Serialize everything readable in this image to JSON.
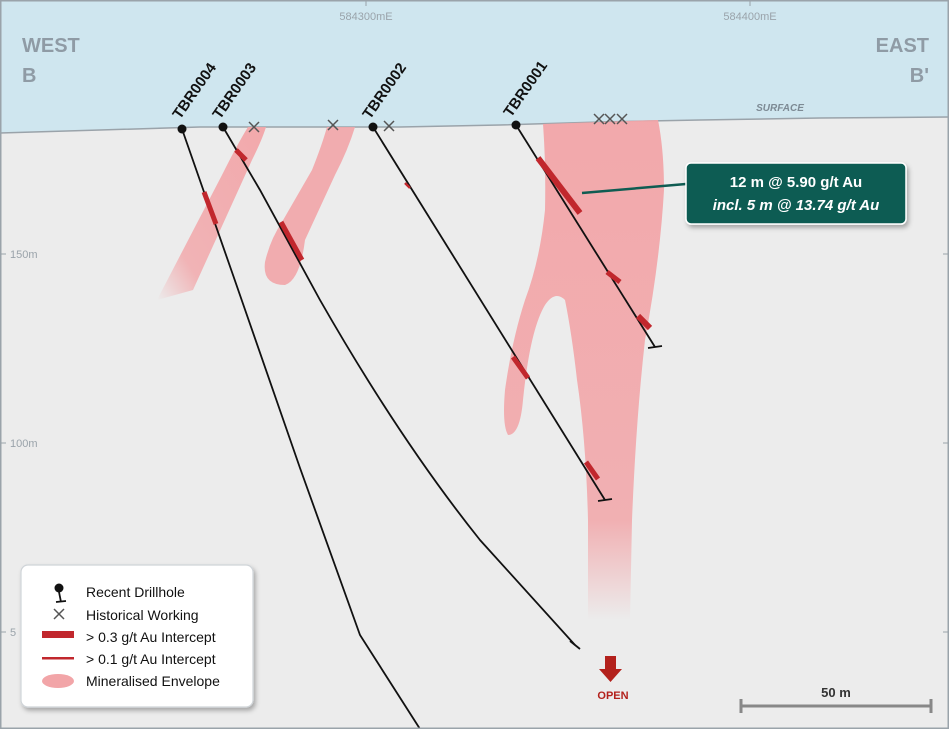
{
  "section": {
    "west_label": "WEST",
    "west_section": "B",
    "east_label": "EAST",
    "east_section": "B'",
    "surface_label": "SURFACE"
  },
  "grid": {
    "eastings": [
      "584300mE",
      "584400mE"
    ],
    "elevations": [
      "150m",
      "100m",
      "5"
    ]
  },
  "drillholes": [
    "TBR0004",
    "TBR0003",
    "TBR0002",
    "TBR0001"
  ],
  "callout": {
    "line1": "12 m @ 5.90 g/t Au",
    "line2": "incl. 5 m @ 13.74 g/t Au",
    "color": "#0f5c52"
  },
  "open_label": "OPEN",
  "legend": {
    "recent_drillhole": "Recent Drillhole",
    "historical_working": "Historical Working",
    "intercept_03": "> 0.3 g/t Au Intercept",
    "intercept_01": "> 0.1 g/t Au Intercept",
    "envelope": "Mineralised Envelope"
  },
  "scale_bar": {
    "label": "50 m"
  },
  "colors": {
    "sky": "#cfe6ef",
    "ground": "#ececec",
    "envelope": "#f2a5a8",
    "intercept": "#c1272d",
    "frame": "#9aa3aa"
  }
}
